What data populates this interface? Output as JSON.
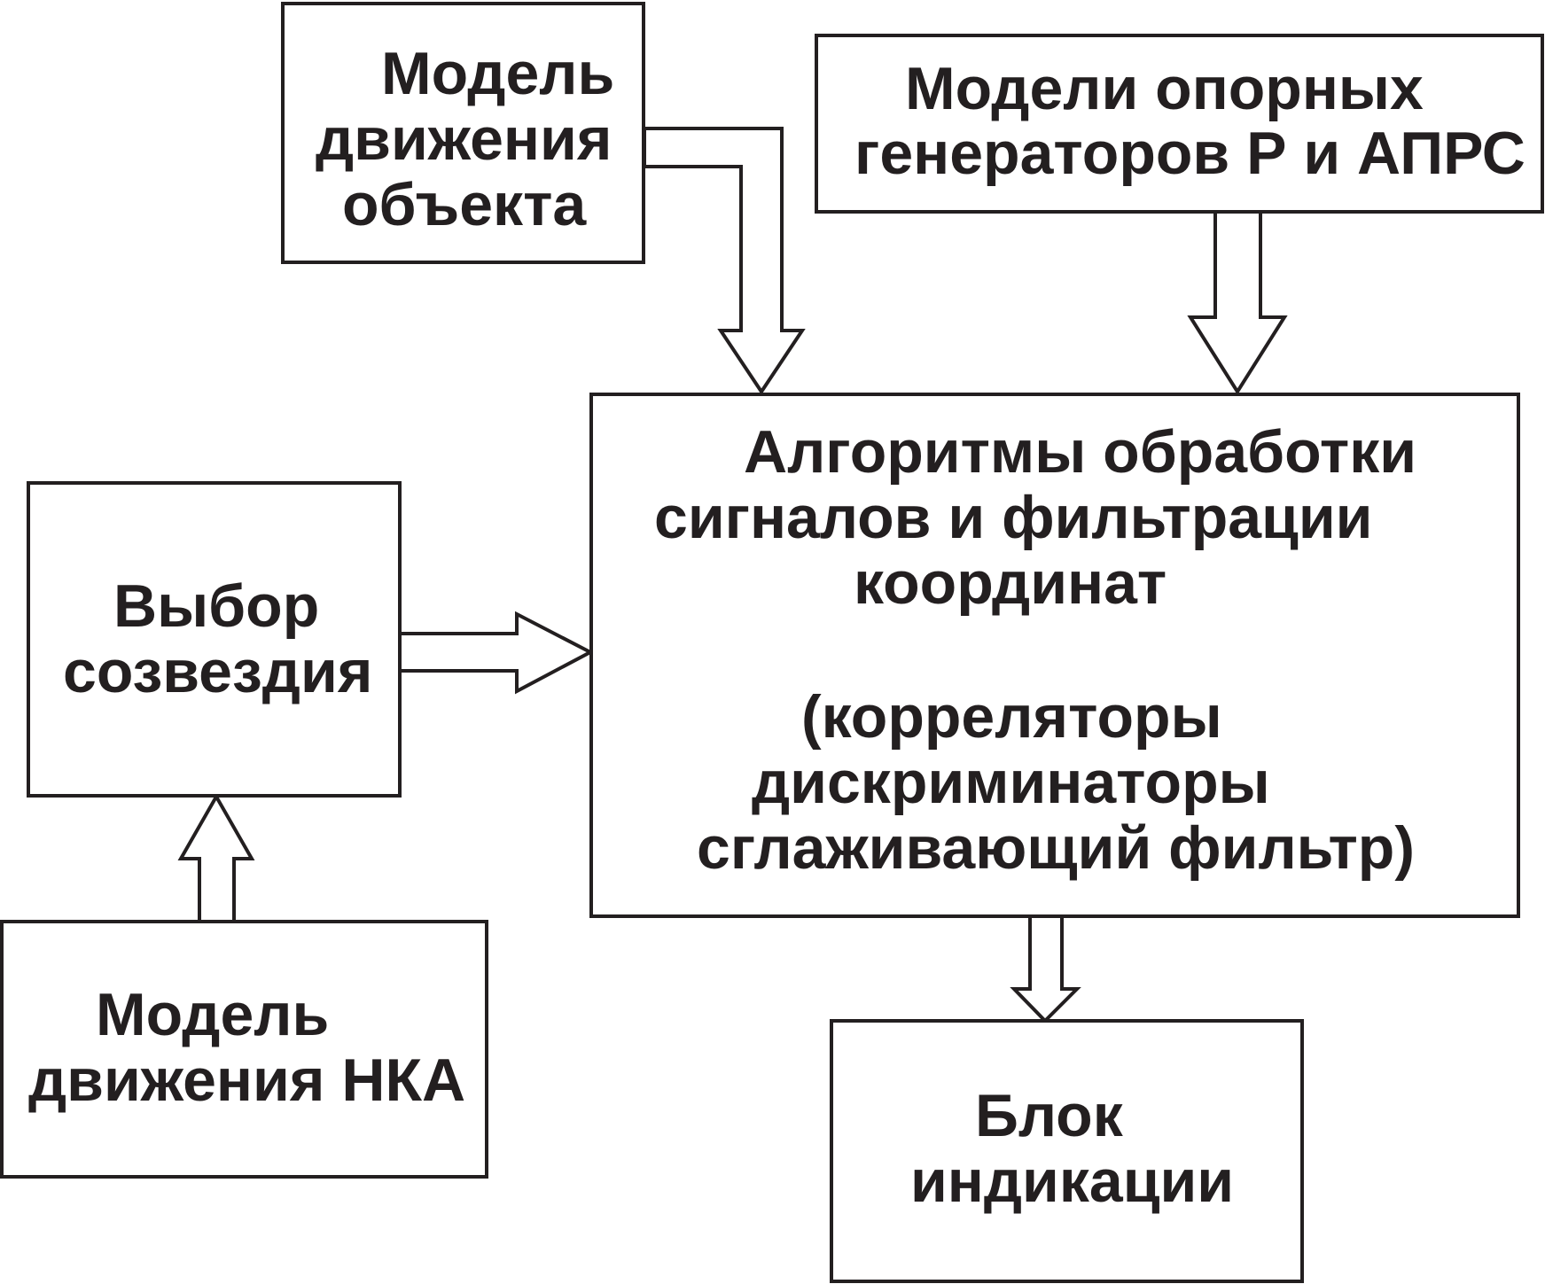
{
  "diagram": {
    "object_motion_model": {
      "lines": [
        "Модель",
        "движения",
        "объекта"
      ]
    },
    "reference_generators_model": {
      "lines": [
        "Модели опорных",
        "генераторов Р и АПРС"
      ]
    },
    "processing_algorithms": {
      "lines": [
        "Алгоритмы обработки",
        "сигналов и фильтрации",
        "координат"
      ],
      "sub_lines": [
        "(корреляторы",
        "дискриминаторы",
        "сглаживающий фильтр)"
      ]
    },
    "constellation_selection": {
      "lines": [
        "Выбор",
        "созвездия"
      ]
    },
    "nka_motion_model": {
      "lines": [
        "Модель",
        "движения НКА"
      ]
    },
    "indication_unit": {
      "lines": [
        "Блок",
        "индикации"
      ]
    }
  },
  "colors": {
    "stroke": "#231f20",
    "background": "#ffffff"
  }
}
